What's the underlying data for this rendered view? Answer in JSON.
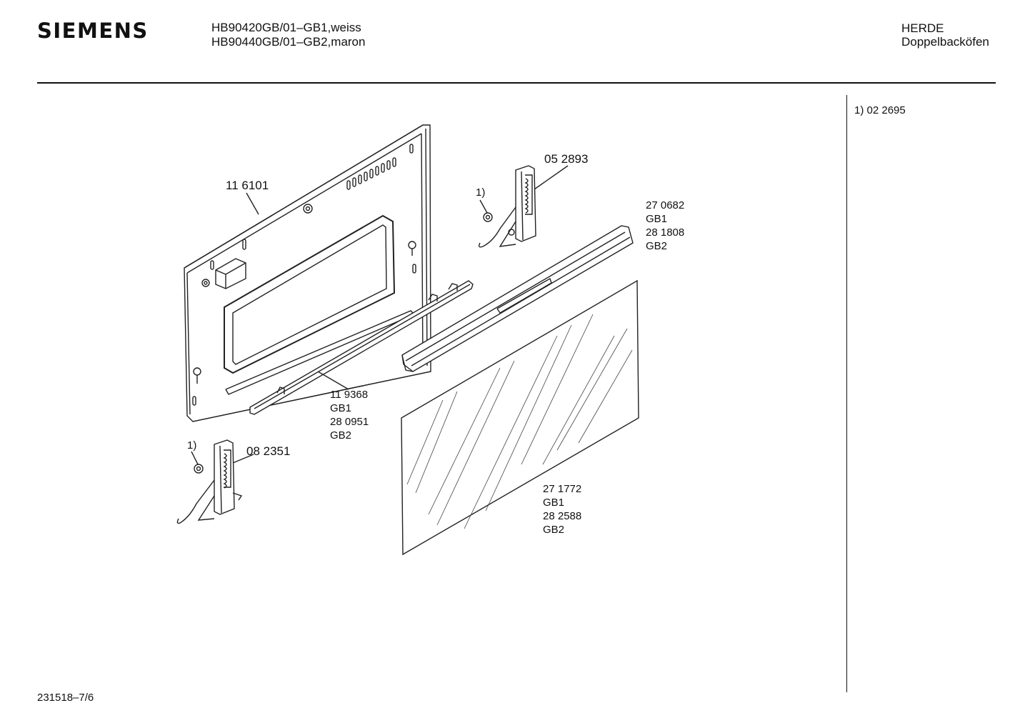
{
  "header": {
    "brand": "SIEMENS",
    "model_line_1": "HB90420GB/01–GB1,weiss",
    "model_line_2": "HB90440GB/01–GB2,maron",
    "category_1": "HERDE",
    "category_2": "Doppelbacköfen"
  },
  "sidebar": {
    "footnote": "1)  02 2695"
  },
  "footer": {
    "document_number": "231518–7/6"
  },
  "parts": {
    "inner_door_panel": "11 6101",
    "upper_hinge": "05 2893",
    "upper_hinge_note": "1)",
    "handle_strip_1": "27 0682",
    "handle_strip_1_variant": "GB1",
    "handle_strip_2": "28 1808",
    "handle_strip_2_variant": "GB2",
    "lower_strip_1": "11 9368",
    "lower_strip_1_variant": "GB1",
    "lower_strip_2": "28 0951",
    "lower_strip_2_variant": "GB2",
    "lower_hinge": "08 2351",
    "lower_hinge_note": "1)",
    "glass_1": "27 1772",
    "glass_1_variant": "GB1",
    "glass_2": "28 2588",
    "glass_2_variant": "GB2"
  }
}
